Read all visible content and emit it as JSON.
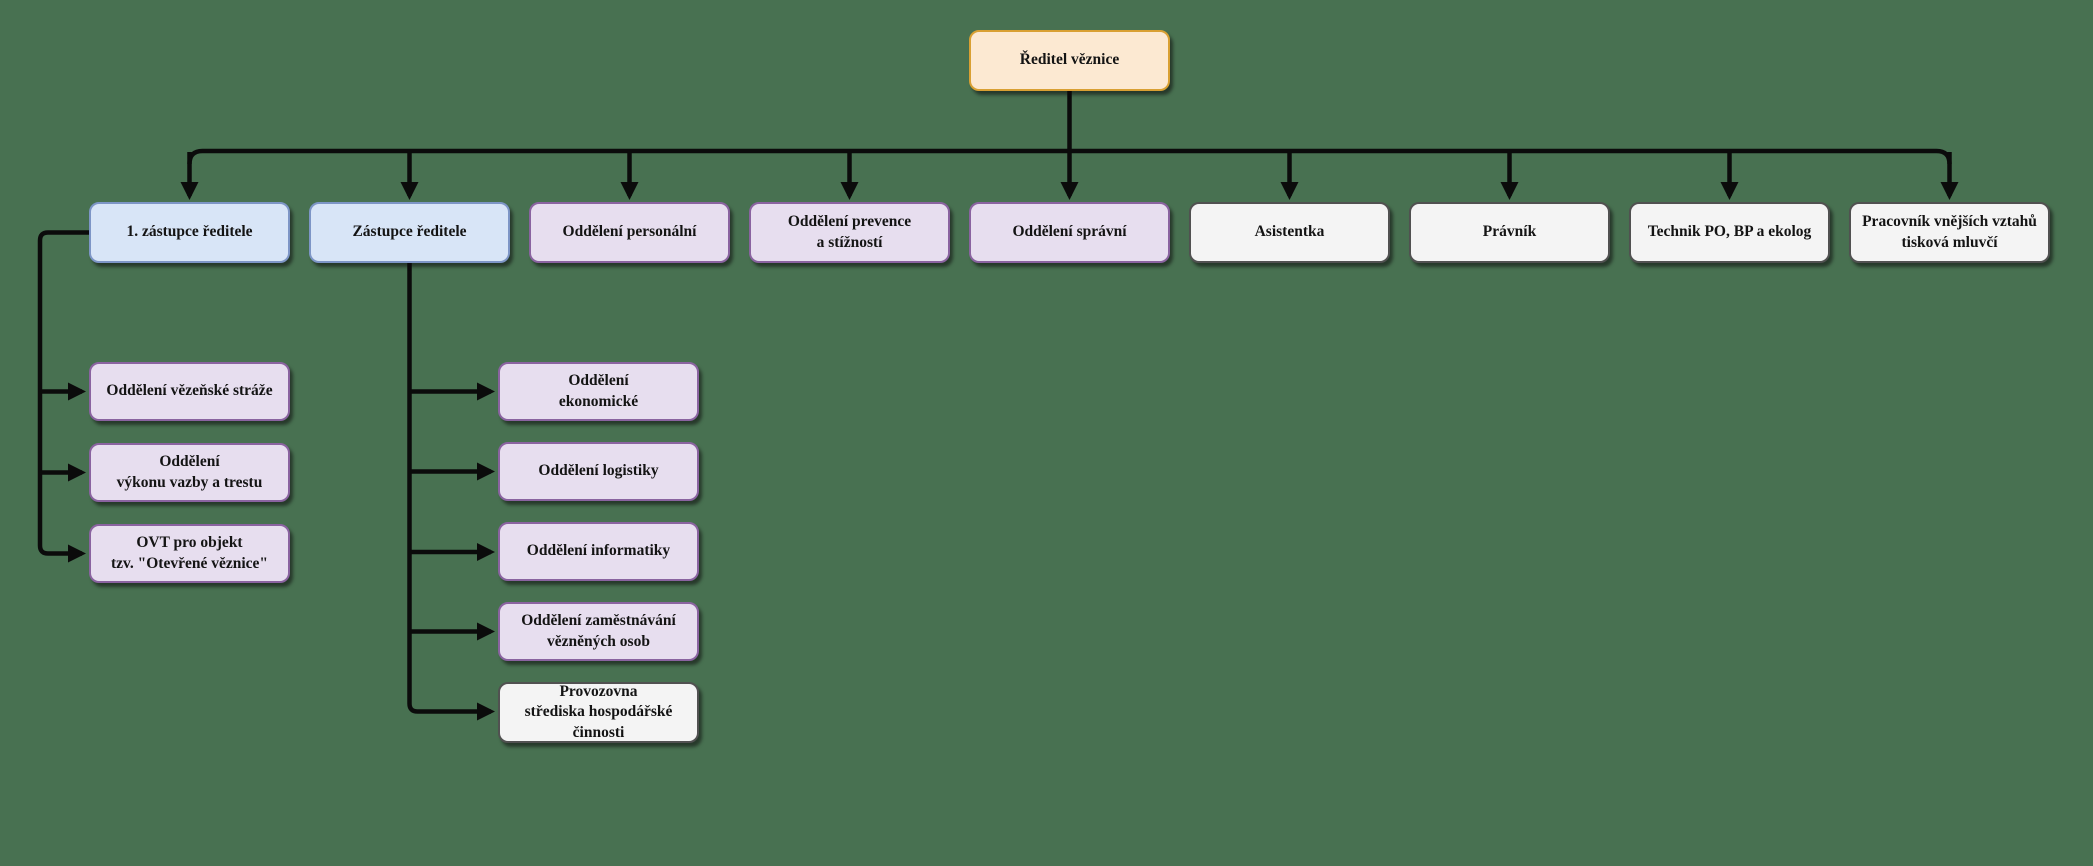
{
  "page": {
    "type": "organizational-chart",
    "language": "cs"
  },
  "colors": {
    "background": "#487151",
    "line": "#0b0b0b",
    "orange": {
      "fill": "#FCE9D2",
      "border": "#D9A033"
    },
    "blue": {
      "fill": "#D8E5F7",
      "border": "#7D95C6"
    },
    "purple": {
      "fill": "#E7DEEF",
      "border": "#8A63A0"
    },
    "white": {
      "fill": "#F4F4F4",
      "border": "#515151"
    }
  },
  "org": {
    "root": {
      "label": "Ředitel věznice",
      "color": "orange"
    },
    "level2": [
      {
        "label": "1. zástupce ředitele",
        "color": "blue"
      },
      {
        "label": "Zástupce ředitele",
        "color": "blue"
      },
      {
        "label": "Oddělení personální",
        "color": "purple"
      },
      {
        "label": "Oddělení prevence\na stížností",
        "color": "purple"
      },
      {
        "label": "Oddělení správní",
        "color": "purple"
      },
      {
        "label": "Asistentka",
        "color": "white"
      },
      {
        "label": "Právník",
        "color": "white"
      },
      {
        "label": "Technik PO, BP a ekolog",
        "color": "white"
      },
      {
        "label": "Pracovník vnějších vztahů\ntisková mluvčí",
        "color": "white"
      }
    ],
    "children_of_first_deputy": [
      {
        "label": "Oddělení vězeňské stráže",
        "color": "purple"
      },
      {
        "label": "Oddělení\nvýkonu vazby a trestu",
        "color": "purple"
      },
      {
        "label": "OVT pro objekt\ntzv. \"Otevřené věznice\"",
        "color": "purple"
      }
    ],
    "children_of_deputy": [
      {
        "label": "Oddělení\nekonomické",
        "color": "purple"
      },
      {
        "label": "Oddělení logistiky",
        "color": "purple"
      },
      {
        "label": "Oddělení informatiky",
        "color": "purple"
      },
      {
        "label": "Oddělení zaměstnávání\nvězněných osob",
        "color": "purple"
      },
      {
        "label": "Provozovna\nstřediska hospodářské\nčinnosti",
        "color": "white"
      }
    ]
  }
}
